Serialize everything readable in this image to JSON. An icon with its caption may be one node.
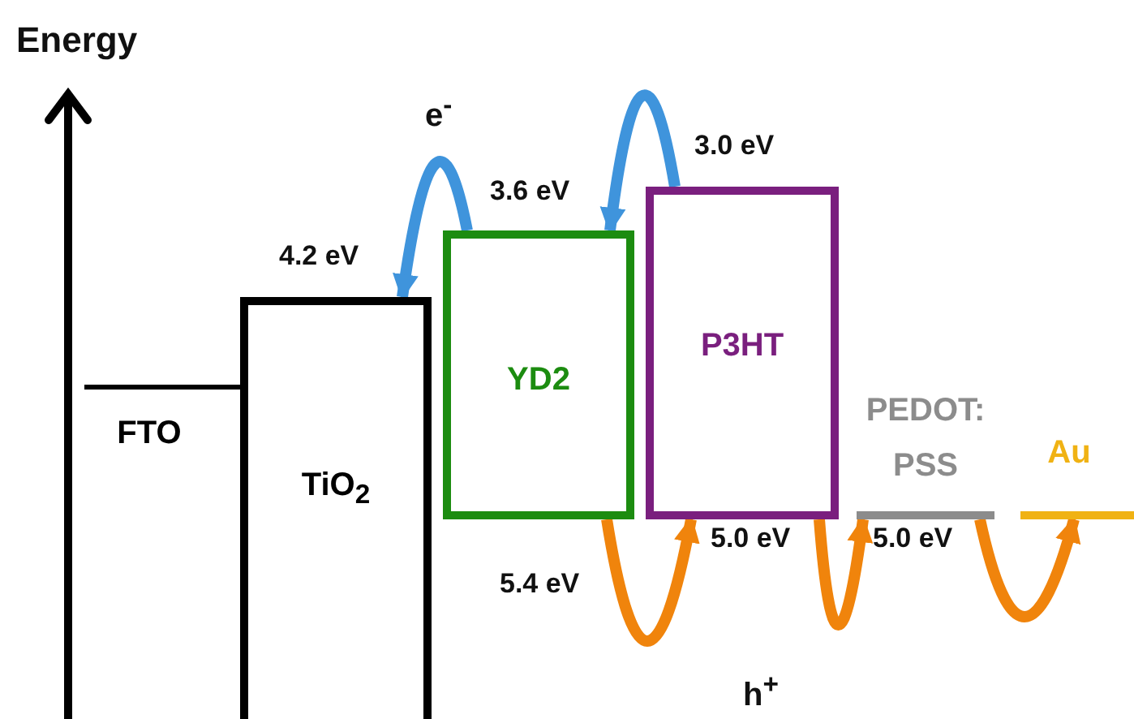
{
  "diagram": {
    "nodes": [
      {
        "text": [
          "FTO"
        ]
      },
      {
        "text": [
          "TiO$_{2}$"
        ],
        "beside": [
          "4.2 eV"
        ]
      },
      {
        "text": [
          "YD2"
        ],
        "beside": [
          "3.6 eV",
          "5.4 eV"
        ]
      },
      {
        "text": [
          "P3HT"
        ],
        "beside": [
          "3.0 eV",
          "5.0 eV"
        ]
      },
      {
        "text": [
          "PEDOT: PSS"
        ],
        "beside": [
          "5.0 eV"
        ]
      },
      {
        "text": [
          "Au"
        ]
      }
    ],
    "edges": [
      {
        "from": 2,
        "to": 1,
        "arrow": "to",
        "color": "#3f94dc"
      },
      {
        "from": 3,
        "to": 2,
        "arrow": "to",
        "color": "#3f94dc"
      },
      {
        "from": 2,
        "to": 3,
        "arrow": "to",
        "color": "#f0840c"
      },
      {
        "from": 3,
        "to": 4,
        "arrow": "to",
        "color": "#f0840c"
      },
      {
        "from": 4,
        "to": 5,
        "arrow": "to",
        "color": "#f0840c"
      }
    ],
    "labels": [
      "Energy",
      "e$^{-}$",
      "h$^{+}$"
    ]
  }
}
